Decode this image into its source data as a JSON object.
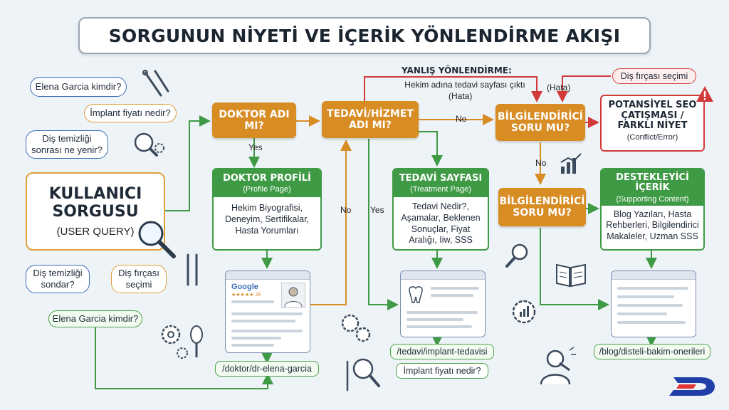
{
  "title": "SORGUNUN NİYETİ VE İÇERİK YÖNLENDİRME AKIŞI",
  "bubbles": {
    "q1": "Elena Garcia kimdir?",
    "q2": "İmplant fiyatı nedir?",
    "q3": "Diş temizliği sonrası ne yenir?",
    "q4": "Diş temizliği sondar?",
    "q5": "Diş fırçası seçimi",
    "q6": "Elena Garcia kimdir?"
  },
  "query": {
    "line1": "KULLANICI",
    "line2": "SORGUSU",
    "line3": "(USER QUERY)"
  },
  "decisions": {
    "doktor": "DOKTOR ADI MI?",
    "tedavi": "TEDAVİ/HİZMET ADI MI?",
    "bilgi1": "BİLGİLENDİRİCİ SORU MU?",
    "bilgi2": "BİLGİLENDİRİCİ SORU MU?"
  },
  "labels": {
    "yes1": "Yes",
    "no1": "No",
    "no2": "No",
    "yes2": "Yes",
    "no3": "No",
    "hata": "(Hata)",
    "wrong_title": "YANLIŞ YÖNLENDİRME:",
    "wrong_text": "Hekim adına tedavi sayfası çıktı",
    "wrong_hata": "(Hata)"
  },
  "cards": {
    "doktor": {
      "title": "DOKTOR PROFİLİ",
      "sub": "(Profile Page)",
      "body": "Hekim Biyografisi, Deneyim, Sertifikalar, Hasta Yorumları"
    },
    "tedavi": {
      "title": "TEDAVİ SAYFASI",
      "sub": "(Treatment Page)",
      "body": "Tedavi Nedir?, Aşamalar, Beklenen Sonuçlar, Fiyat Aralığı, Iiw, SSS"
    },
    "destek": {
      "title": "DESTEKLEYİCİ İÇERİK",
      "sub": "(Supporting Content)",
      "body": "Blog Yazıları, Hasta Rehberleri, Bilgilendirici Makaleler, Uzman SSS"
    }
  },
  "conflict": {
    "title": "POTANSİYEL SEO ÇATIŞMASI / FARKLI NİYET",
    "sub": "(Conflict/Error)",
    "pill": "Diş fırçası seçimi"
  },
  "mock": {
    "google": "Google",
    "rating": "★★★★★ 28"
  },
  "urls": {
    "doktor": "/doktor/dr-elena-garcia",
    "tedavi": "/tedavi/implant-tedavisi",
    "tedavi_q": "İmplant fiyatı nedir?",
    "blog": "/blog/disteli-bakim-onerileri"
  },
  "colors": {
    "orange": "#d88c24",
    "green": "#3f9a45",
    "red": "#d23a3a",
    "blue": "#3b6fb6"
  }
}
